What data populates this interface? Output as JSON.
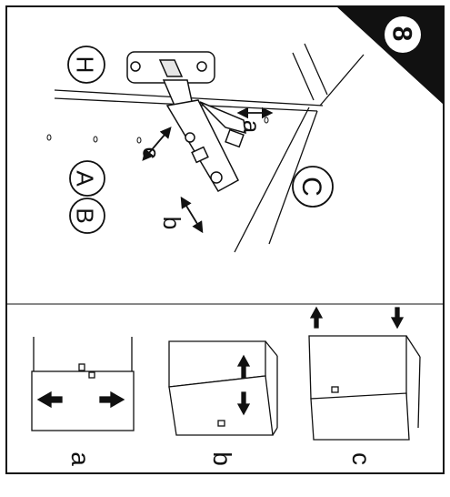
{
  "step": {
    "number": "8",
    "badge_color": "#111111"
  },
  "callouts": {
    "H": "H",
    "A": "A",
    "B": "B",
    "C": "C"
  },
  "adjust_labels": {
    "a": "a",
    "b": "b",
    "c": "c"
  },
  "bottom_panels": [
    {
      "label": "a"
    },
    {
      "label": "b"
    },
    {
      "label": "c"
    }
  ],
  "icons": {
    "badge": "step-number-badge",
    "arrow": "double-arrow-icon",
    "hinge": "cabinet-hinge-icon"
  }
}
